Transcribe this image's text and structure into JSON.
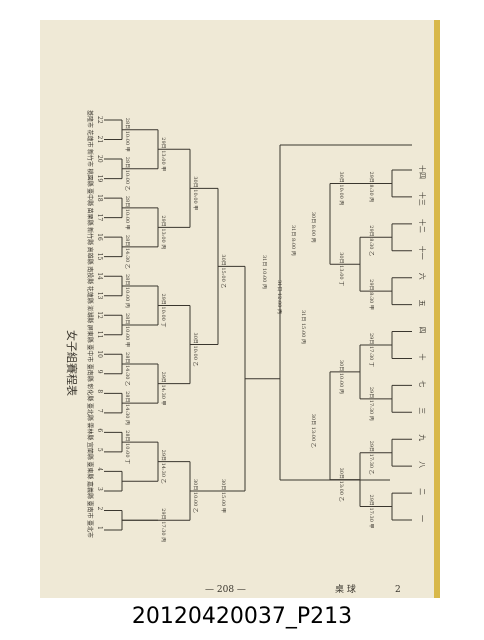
{
  "document": {
    "title": "女子組賽程表",
    "page_number": "— 208 —",
    "running_header": "桌 球",
    "chapter_number": "2",
    "image_label": "20120420037_P213"
  },
  "bracket_left": {
    "teams": [
      {
        "seed": "1",
        "name": "臺北市"
      },
      {
        "seed": "2",
        "name": "臺南市"
      },
      {
        "seed": "3",
        "name": "嘉義縣"
      },
      {
        "seed": "4",
        "name": "臺東縣"
      },
      {
        "seed": "5",
        "name": "宜蘭縣"
      },
      {
        "seed": "6",
        "name": "雲林縣"
      },
      {
        "seed": "7",
        "name": "臺北縣"
      },
      {
        "seed": "8",
        "name": "彰化縣"
      },
      {
        "seed": "9",
        "name": "臺南縣"
      },
      {
        "seed": "10",
        "name": "臺中市"
      },
      {
        "seed": "11",
        "name": "屏東縣"
      },
      {
        "seed": "12",
        "name": "澎湖縣"
      },
      {
        "seed": "13",
        "name": "花蓮縣"
      },
      {
        "seed": "14",
        "name": "南投縣"
      },
      {
        "seed": "15",
        "name": "高雄縣"
      },
      {
        "seed": "16",
        "name": "新竹縣"
      },
      {
        "seed": "17",
        "name": "苗栗縣"
      },
      {
        "seed": "18",
        "name": "臺中縣"
      },
      {
        "seed": "19",
        "name": "桃園縣"
      },
      {
        "seed": "20",
        "name": "新竹市"
      },
      {
        "seed": "21",
        "name": "花蓮市"
      },
      {
        "seed": "22",
        "name": "基隆市"
      }
    ],
    "round1": [
      "28日 10:00 甲",
      "28日 10:00 乙",
      "28日 10:00 甲",
      "28日 14:30 乙",
      "28日 10:00 丙",
      "28日 10:00 甲",
      "28日 14:30 乙",
      "28日 14:30 丙",
      "28日 10:00 丁"
    ],
    "round2": [
      "29日 13:00 甲",
      "29日 13:00 丙",
      "29日 10:00 丁",
      "29日 14:30 甲",
      "29日 14:30 乙",
      "29日 17:30 丙"
    ],
    "round3": [
      "30日 10:00 甲",
      "30日 10:00 乙",
      "30日 10:00 乙"
    ],
    "round4": [
      "30日 15:00 乙",
      "30日 15:00 甲"
    ]
  },
  "bracket_center": {
    "semis": [
      "31日 10:00 丙",
      "31日 12:00 丙",
      "31日 8:00 丙",
      "31日 15:00 丙"
    ]
  },
  "bracket_right": {
    "labels": [
      "一",
      "二",
      "八",
      "九",
      "三",
      "七",
      "十",
      "四",
      "五",
      "六",
      "十一",
      "十二",
      "十三",
      "十四"
    ],
    "round1": [
      "29日 17:30 甲",
      "29日 17:30 乙",
      "29日 17:30 丙",
      "29日 17:30 丁",
      "29日 8:30 甲",
      "29日 8:30 乙",
      "29日 8:30 丙",
      "29日 8:30 丁"
    ],
    "round2": [
      "30日 13:00 乙",
      "30日 10:00 丙",
      "30日 13:00 丁",
      "30日 10:00 丙"
    ],
    "round3": [
      "30日 13:00 乙",
      "30日 8:00 丙"
    ]
  }
}
